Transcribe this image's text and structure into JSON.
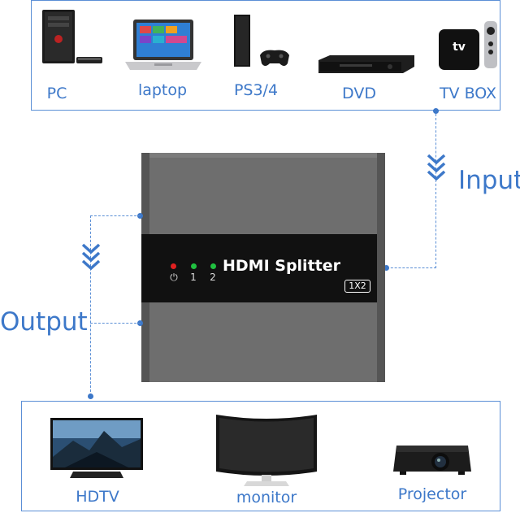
{
  "sources": [
    {
      "label": "PC",
      "icon": "pc-tower-icon"
    },
    {
      "label": "laptop",
      "icon": "laptop-icon"
    },
    {
      "label": "PS3/4",
      "icon": "game-console-icon"
    },
    {
      "label": "DVD",
      "icon": "dvd-player-icon"
    },
    {
      "label": "TV BOX",
      "icon": "tv-box-icon"
    }
  ],
  "tv_box_logo": "tv",
  "input_label": "Input",
  "output_label": "Output",
  "splitter": {
    "title": "HDMI Splitter",
    "badge": "1X2",
    "leds": [
      {
        "label": "⏻",
        "color": "#e02020"
      },
      {
        "label": "1",
        "color": "#20c040"
      },
      {
        "label": "2",
        "color": "#20c040"
      }
    ]
  },
  "destinations": [
    {
      "label": "HDTV",
      "icon": "hdtv-icon"
    },
    {
      "label": "monitor",
      "icon": "curved-monitor-icon"
    },
    {
      "label": "Projector",
      "icon": "projector-icon"
    }
  ],
  "colors": {
    "accent": "#3d78c9",
    "line": "#5b8fd6",
    "device_body": "#6e6e6e",
    "panel": "#111111"
  }
}
